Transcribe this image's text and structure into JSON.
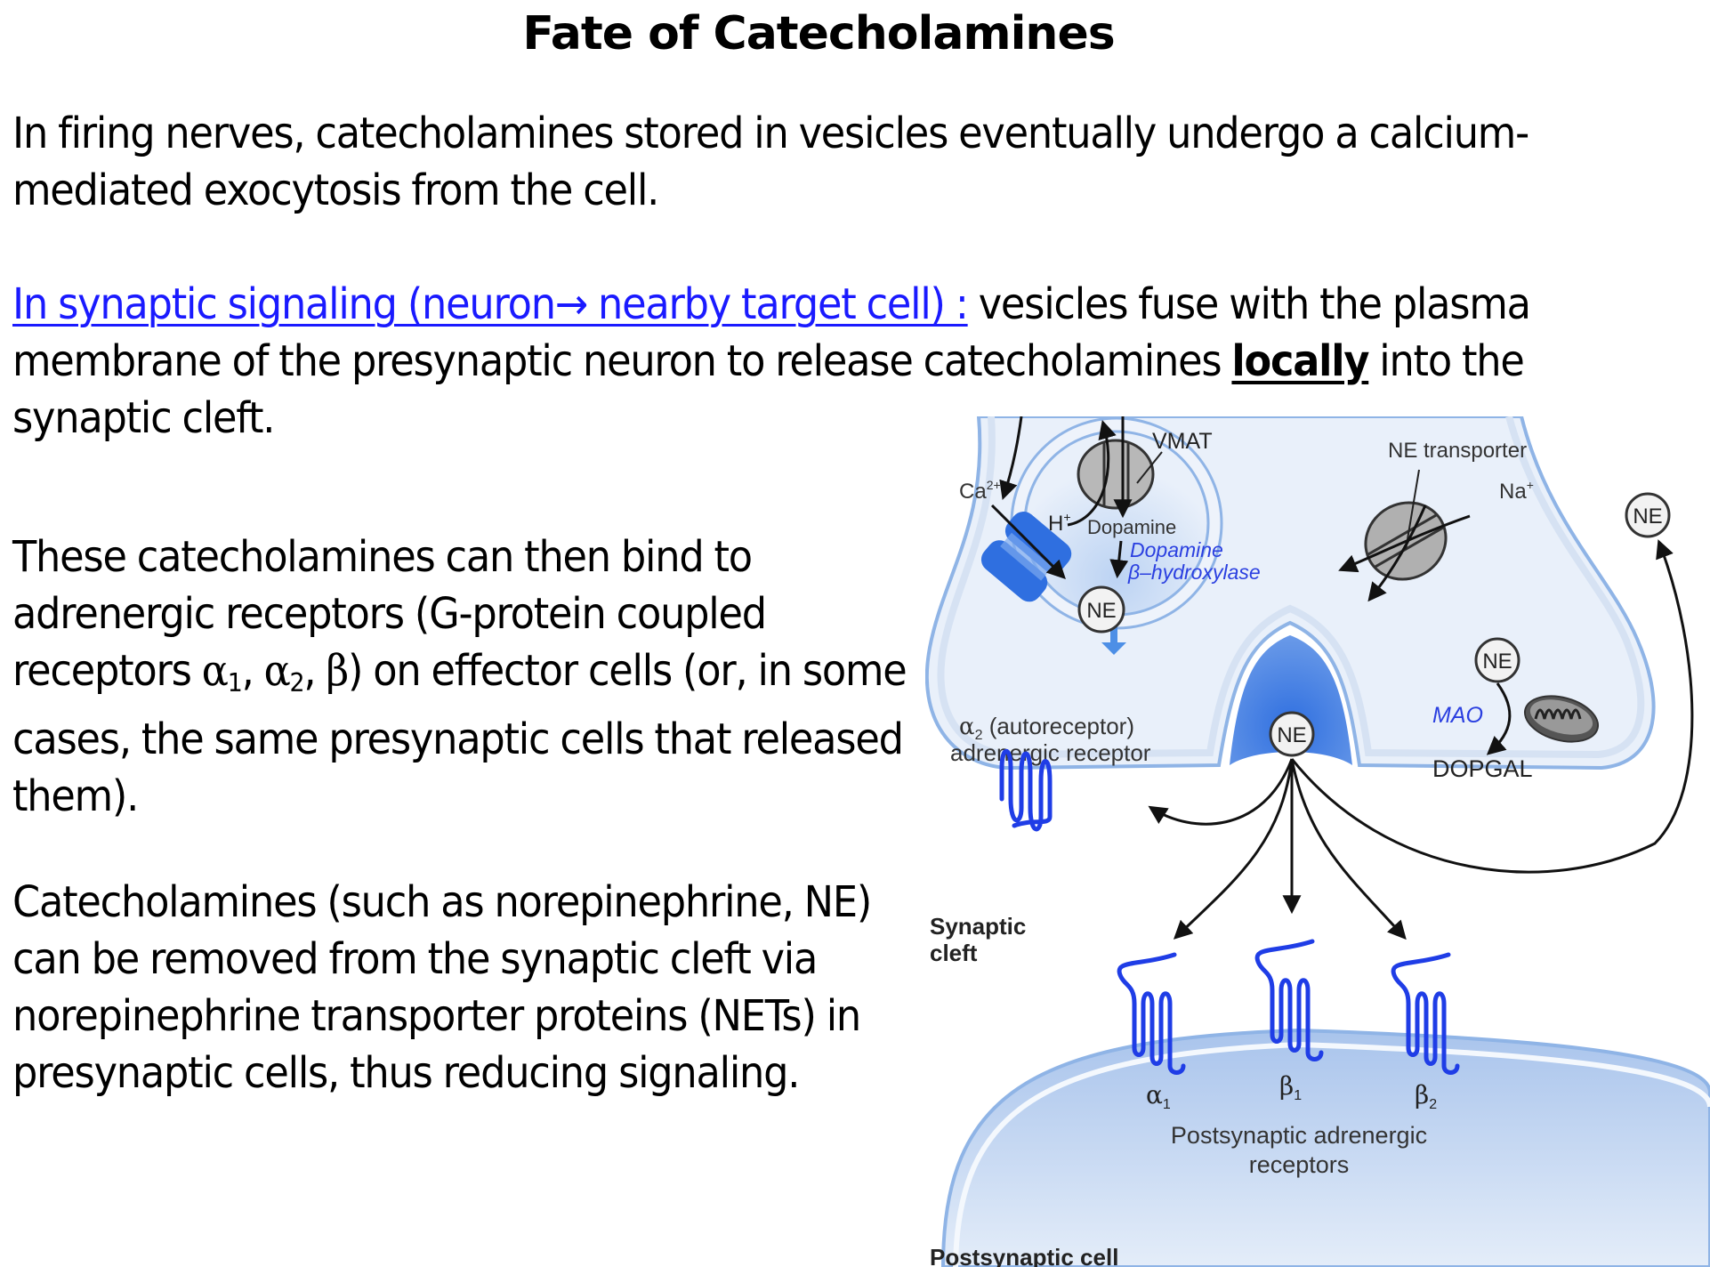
{
  "slide": {
    "title": "Fate of Catecholamines",
    "paragraph1": "In firing nerves, catecholamines stored in vesicles eventually undergo a calcium-mediated exocytosis from the cell.",
    "paragraph2": {
      "link_text": "In synaptic signaling (neuron→ nearby target cell) :",
      "text_a": " vesicles fuse with the plasma membrane of the presynaptic neuron to release catecholamines ",
      "emphasis": "locally",
      "text_b": " into the synaptic cleft."
    },
    "paragraph3": {
      "text_a": "These catecholamines can then bind to adrenergic receptors (G-protein coupled receptors ",
      "alpha": "α",
      "sub1": "1",
      "sep1": ", ",
      "sub2": "2",
      "sep2": ", ",
      "beta": "β",
      "text_b": ") on effector cells (or, in some cases, the same presynaptic cells that released them)."
    },
    "paragraph4": "Catecholamines (such as norepinephrine, NE) can be removed from the synaptic cleft via norepinephrine transporter proteins (NETs) in presynaptic cells, thus reducing signaling."
  },
  "diagram": {
    "labels": {
      "vmat": "VMAT",
      "ne_transporter": "NE transporter",
      "na": "Na",
      "na_sup": "+",
      "ca": "Ca",
      "ca_sup": "2+",
      "h": "H",
      "h_sup": "+",
      "dopamine": "Dopamine",
      "dbh_line1": "Dopamine",
      "dbh_line2": "β–hydroxylase",
      "ne": "NE",
      "mao": "MAO",
      "dopgal": "DOPGAL",
      "alpha2_line1_greek": "α",
      "alpha2_line1_sub": "2",
      "alpha2_line1_rest": " (autoreceptor)",
      "alpha2_line2": "adrenergic receptor",
      "synaptic_cleft_1": "Synaptic",
      "synaptic_cleft_2": "cleft",
      "alpha1_greek": "α",
      "alpha1_sub": "1",
      "beta1_greek": "β",
      "beta1_sub": "1",
      "beta2_greek": "β",
      "beta2_sub": "2",
      "post_receptors_1": "Postsynaptic adrenergic",
      "post_receptors_2": "receptors",
      "postsynaptic_cell": "Postsynaptic cell"
    },
    "colors": {
      "cell_fill": "#e9f0fa",
      "membrane": "#8fb4e6",
      "receptor": "#1f3de6",
      "enzyme_text": "#2a3fe0",
      "channel": "#2f6fe0",
      "transporter": "#a9a9a9"
    }
  }
}
